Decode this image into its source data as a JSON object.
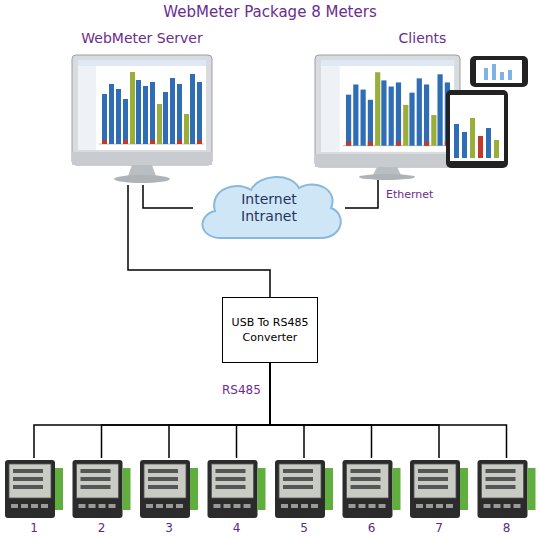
{
  "diagram": {
    "title": "WebMeter Package 8 Meters",
    "nodes": [
      {
        "text": [
          "WebMeter Server"
        ]
      },
      {
        "text": [
          "Clients"
        ]
      },
      {
        "text": [
          "Internet Intranet"
        ]
      },
      {
        "text": [
          "USB To RS485 Converter"
        ]
      },
      {
        "text": [
          "1"
        ]
      },
      {
        "text": [
          "2"
        ]
      },
      {
        "text": [
          "3"
        ]
      },
      {
        "text": [
          "4"
        ]
      },
      {
        "text": [
          "5"
        ]
      },
      {
        "text": [
          "6"
        ]
      },
      {
        "text": [
          "7"
        ]
      },
      {
        "text": [
          "8"
        ]
      }
    ],
    "edges": [
      {
        "from": 0,
        "to": 2,
        "arrow": "none"
      },
      {
        "from": 2,
        "to": 1,
        "label": "Ethernet",
        "arrow": "none"
      },
      {
        "from": 0,
        "to": 3,
        "arrow": "none"
      },
      {
        "from": 3,
        "to": 4,
        "arrow": "none"
      },
      {
        "from": 3,
        "to": 5,
        "arrow": "none"
      },
      {
        "from": 3,
        "to": 6,
        "arrow": "none"
      },
      {
        "from": 3,
        "to": 7,
        "arrow": "none"
      },
      {
        "from": 3,
        "to": 8,
        "arrow": "none"
      },
      {
        "from": 3,
        "to": 9,
        "arrow": "none"
      },
      {
        "from": 3,
        "to": 10,
        "arrow": "none"
      },
      {
        "from": 3,
        "to": 11,
        "arrow": "none"
      }
    ],
    "labels": [
      "RS485"
    ]
  }
}
